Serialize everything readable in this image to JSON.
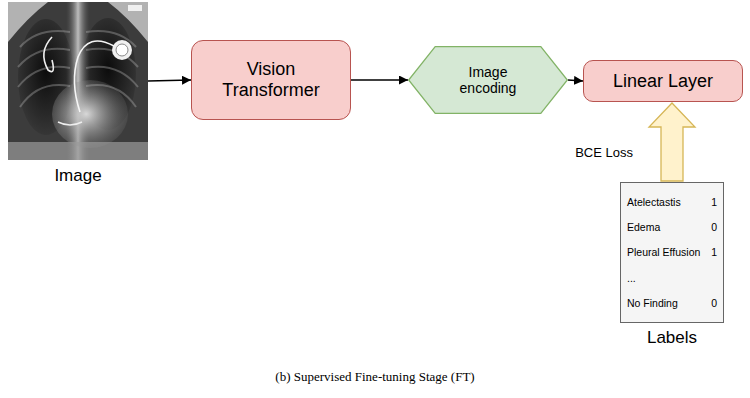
{
  "diagram": {
    "caption": "(b) Supervised Fine-tuning Stage (FT)",
    "nodes": [
      {
        "text": [
          "Image"
        ]
      },
      {
        "text": [
          "Vision Transformer"
        ]
      },
      {
        "text": [
          "Image encoding"
        ]
      },
      {
        "text": [
          "Linear Layer"
        ]
      },
      {
        "text": [
          "Atelectastis",
          "1",
          "Edema",
          "0",
          "Pleural Effusion",
          "1",
          "...",
          "No Finding",
          "0",
          "Labels"
        ]
      }
    ],
    "edges": [
      {
        "from": 0,
        "to": 1,
        "arrow": "to"
      },
      {
        "from": 1,
        "to": 2,
        "arrow": "to"
      },
      {
        "from": 2,
        "to": 3,
        "arrow": "to"
      },
      {
        "from": 4,
        "to": 3,
        "label": "BCE Loss",
        "arrow": "to"
      }
    ]
  }
}
